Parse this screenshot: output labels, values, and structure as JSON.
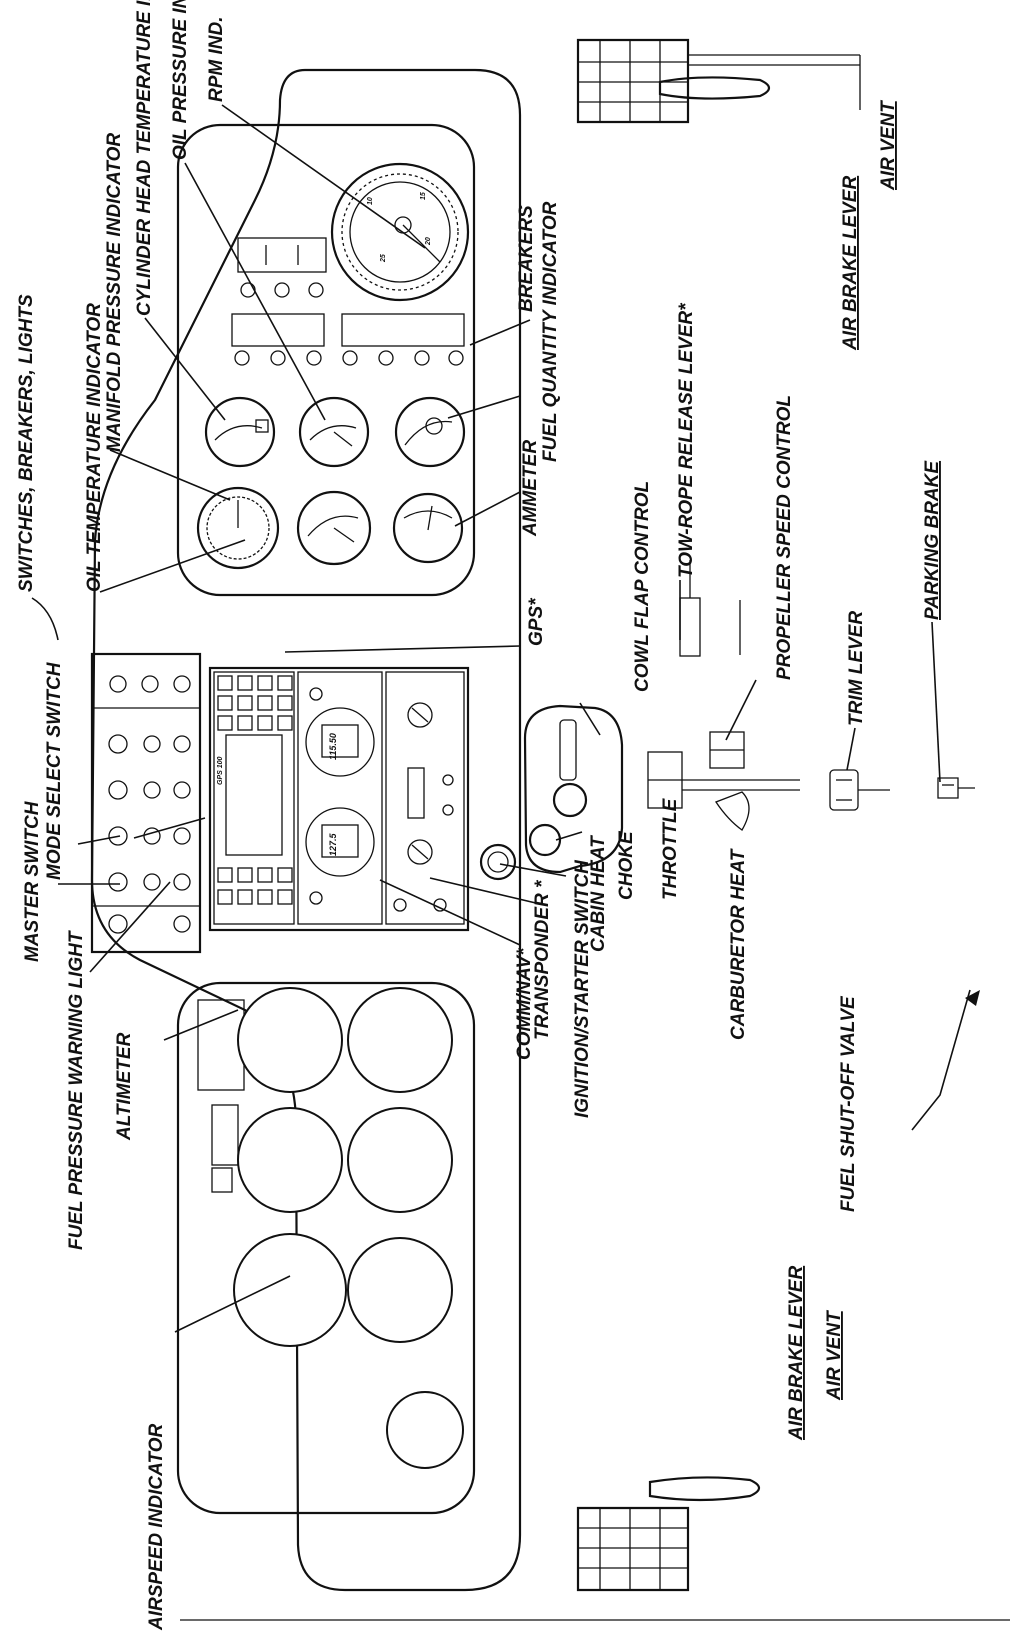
{
  "labels": {
    "switches_breakers_lights": "SWITCHES, BREAKERS, LIGHTS",
    "oil_temperature_indicator": "OIL  TEMPERATURE INDICATOR",
    "manifold_pressure_indicator": "MANIFOLD PRESSURE INDICATOR",
    "cylinder_head_temperature_ind": "CYLINDER HEAD TEMPERATURE IND.",
    "oil_pressure_ind": "OIL PRESSURE IND.",
    "rpm_ind": "RPM IND.",
    "breakers": "BREAKERS",
    "fuel_quantity_indicator": "FUEL QUANTITY INDICATOR",
    "ammeter": "AMMETER",
    "air_brake_lever_top": "AIR BRAKE LEVER",
    "air_vent_top": "AIR VENT",
    "tow_rope_release_lever": "TOW-ROPE RELEASE LEVER*",
    "cowl_flap_control": "COWL FLAP CONTROL",
    "propeller_speed_control": "PROPELLER SPEED CONTROL",
    "parking_brake": "PARKING BRAKE",
    "trim_lever": "TRIM LEVER",
    "gps": "GPS*",
    "master_switch": "MASTER SWITCH",
    "mode_select_switch": "MODE SELECT SWITCH",
    "fuel_pressure_warning_light": "FUEL PRESSURE WARNING LIGHT",
    "altimeter": "ALTIMETER",
    "airspeed_indicator": "AIRSPEED INDICATOR",
    "comm_nav": "COMM/NAV*",
    "transponder": "TRANSPONDER *",
    "ignition_starter_switch": "IGNITION/STARTER SWITCH",
    "cabin_heat": "CABIN HEAT",
    "choke": "CHOKE",
    "throttle": "THROTTLE",
    "carburetor_heat": "CARBURETOR HEAT",
    "fuel_shut_off_valve": "FUEL  SHUT-OFF VALVE",
    "air_brake_lever_bottom": "AIR BRAKE LEVER",
    "air_vent_bottom": "AIR VENT"
  },
  "gauge_faces": {
    "gps_unit": "GPS 100",
    "comm_display": "115.50",
    "nav_display": "127.5",
    "rpm_scale": [
      "10",
      "15",
      "20",
      "25"
    ]
  }
}
